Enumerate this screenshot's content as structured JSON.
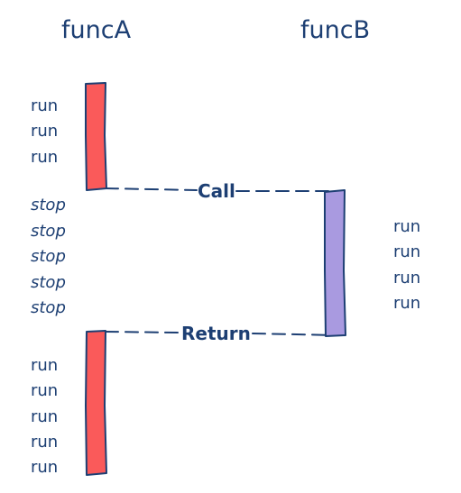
{
  "funcA": {
    "title": "funcA",
    "states_before": [
      "run",
      "run",
      "run"
    ],
    "states_waiting": [
      "stop",
      "stop",
      "stop",
      "stop",
      "stop"
    ],
    "states_after": [
      "run",
      "run",
      "run",
      "run",
      "run"
    ],
    "bar_color": "#fa5a5a"
  },
  "funcB": {
    "title": "funcB",
    "states": [
      "run",
      "run",
      "run",
      "run"
    ],
    "bar_color": "#a99ae0"
  },
  "messages": {
    "call_label": "Call",
    "return_label": "Return"
  },
  "colors": {
    "ink": "#1d3f73"
  }
}
